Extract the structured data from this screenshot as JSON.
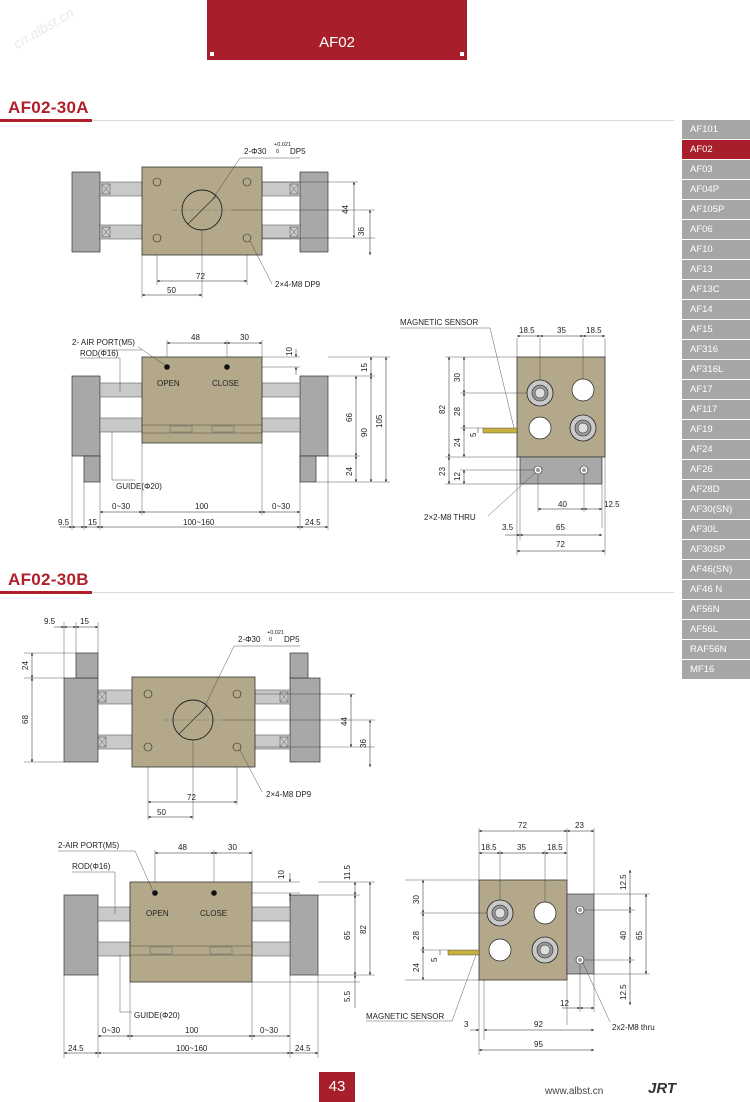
{
  "header": {
    "model": "AF02"
  },
  "sections": [
    {
      "title": "AF02-30A"
    },
    {
      "title": "AF02-30B"
    }
  ],
  "sidebar": {
    "items": [
      "AF101",
      "AF02",
      "AF03",
      "AF04P",
      "AF105P",
      "AF06",
      "AF10",
      "AF13",
      "AF13C",
      "AF14",
      "AF15",
      "AF316",
      "AF316L",
      "AF17",
      "AF117",
      "AF19",
      "AF24",
      "AF26",
      "AF28D",
      "AF30(SN)",
      "AF30L",
      "AF30SP",
      "AF46(SN)",
      "AF46 N",
      "AF56N",
      "AF56L",
      "RAF56N",
      "MF16"
    ],
    "active_index": 1
  },
  "labels": {
    "bore": "2-Φ30",
    "bore_tol": "+0.021",
    "bore_tol_low": "0",
    "bore_depth": "DP5",
    "screw": "2×4-M8 DP9",
    "air_port_a": "2- AIR PORT(M5)",
    "air_port_b": "2-AIR PORT(M5)",
    "rod": "ROD(Φ16)",
    "open": "OPEN",
    "close": "CLOSE",
    "guide": "GUIDE(Φ20)",
    "magnetic": "MAGNETIC SENSOR",
    "thru_a": "2×2-M8 THRU",
    "thru_b": "2x2-M8 thru"
  },
  "dims": {
    "a_top": {
      "d72": "72",
      "d50": "50",
      "d44": "44",
      "d36": "36"
    },
    "a_front": {
      "d48": "48",
      "d30": "30",
      "d10": "10",
      "d15": "15",
      "d66": "66",
      "d90": "90",
      "d105": "105",
      "d24": "24",
      "d0_30": "0~30",
      "d100": "100",
      "d9_5": "9.5",
      "d15b": "15",
      "d100_160": "100~160",
      "d24_5": "24.5"
    },
    "a_side": {
      "d18_5": "18.5",
      "d35": "35",
      "d30": "30",
      "d82": "82",
      "d28": "28",
      "d24": "24",
      "d5": "5",
      "d23": "23",
      "d12": "12",
      "d40": "40",
      "d12_5": "12.5",
      "d3_5": "3.5",
      "d65": "65",
      "d72": "72"
    },
    "b_top": {
      "d9_5": "9.5",
      "d15": "15",
      "d24": "24",
      "d68": "68",
      "d44": "44",
      "d36": "36",
      "d72": "72",
      "d50": "50"
    },
    "b_front": {
      "d48": "48",
      "d30": "30",
      "d10": "10",
      "d11_5": "11.5",
      "d65": "65",
      "d82": "82",
      "d5_5": "5.5",
      "d0_30": "0~30",
      "d100": "100",
      "d24_5": "24.5",
      "d100_160": "100~160"
    },
    "b_side": {
      "d72": "72",
      "d23": "23",
      "d18_5": "18.5",
      "d35": "35",
      "d12_5": "12.5",
      "d30": "30",
      "d40": "40",
      "d65": "65",
      "d28": "28",
      "d24": "24",
      "d5": "5",
      "d12": "12",
      "d3": "3",
      "d92": "92",
      "d95": "95"
    }
  },
  "footer": {
    "page": "43",
    "url": "www.albst.cn",
    "logo": "JRT"
  },
  "watermark": "cn.albst.cn"
}
